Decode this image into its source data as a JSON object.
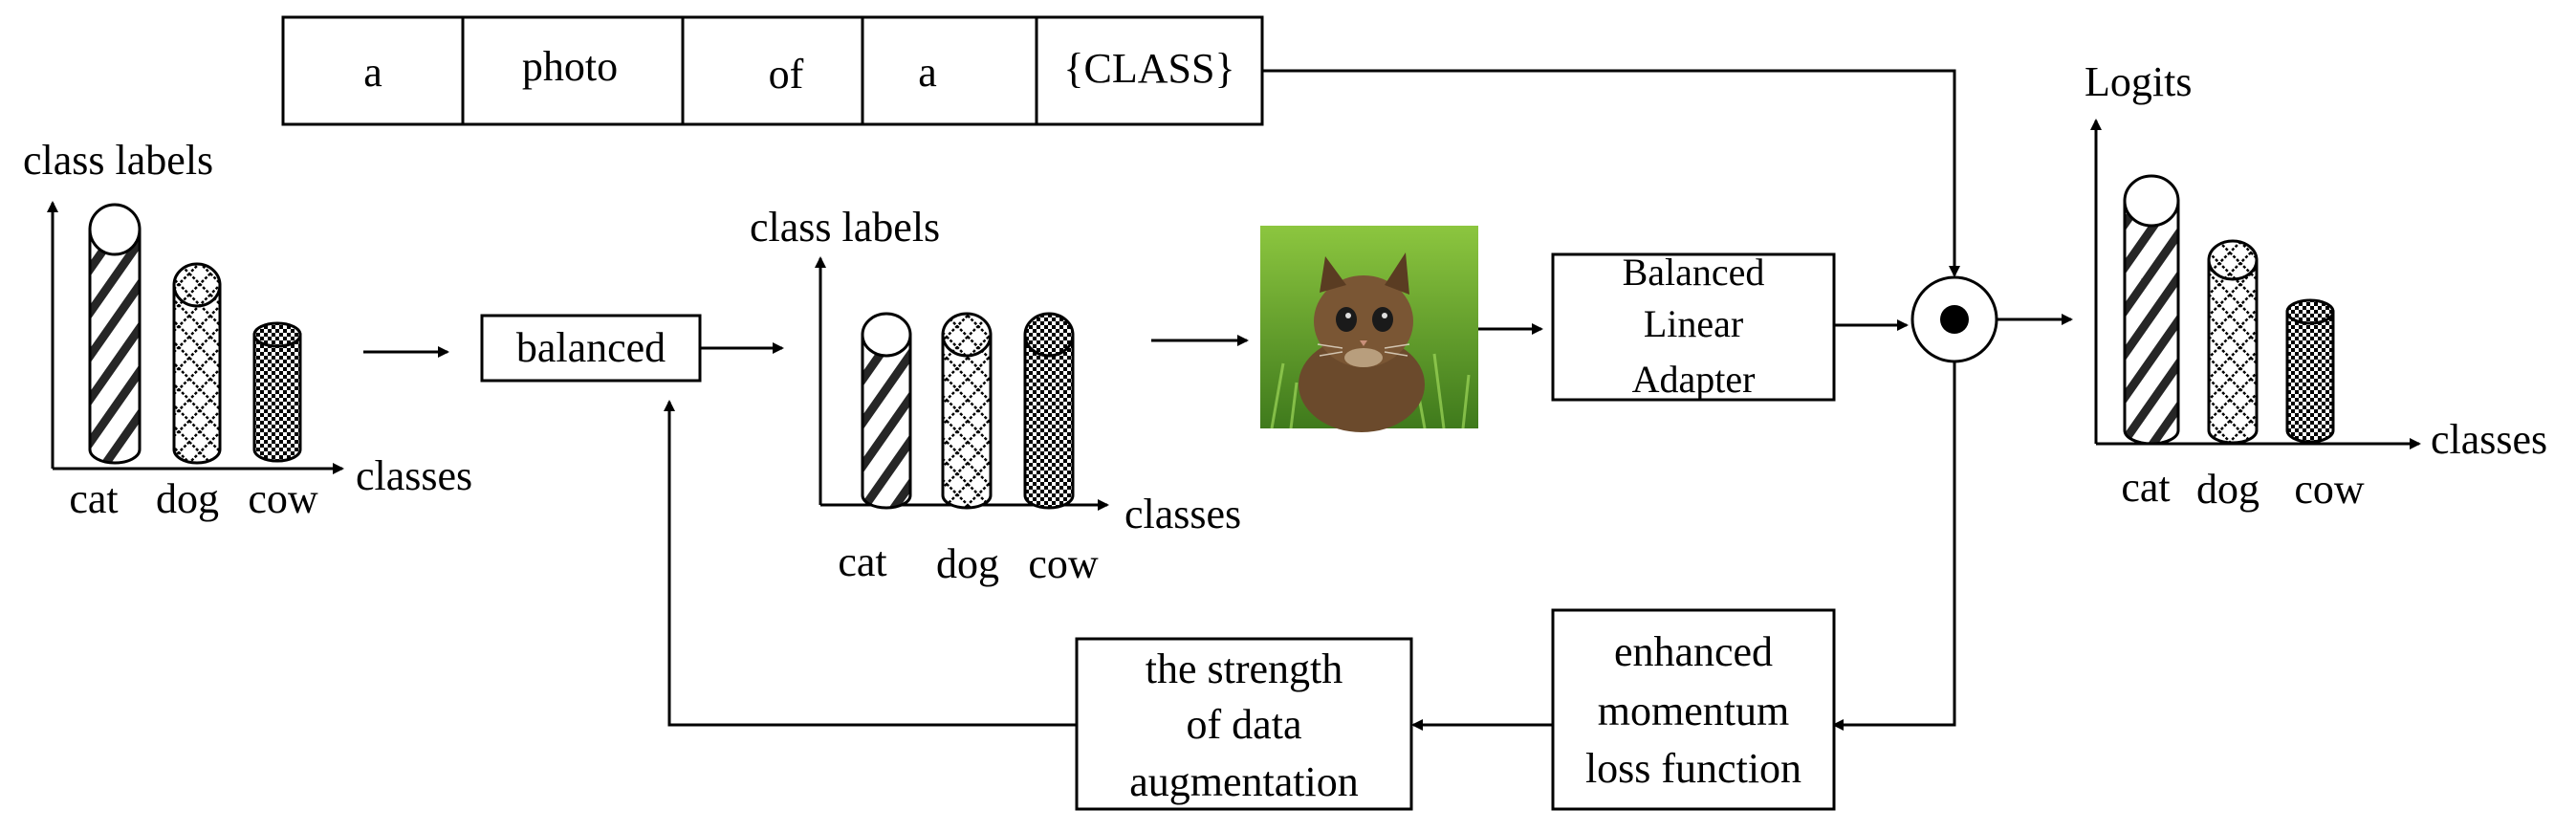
{
  "prompt_tokens": [
    "a",
    "photo",
    "of",
    "a",
    "{CLASS}"
  ],
  "left_chart": {
    "ylabel": "class labels",
    "xlabel": "classes",
    "categories": [
      "cat",
      "dog",
      "cow"
    ]
  },
  "balanced_box": {
    "label": "balanced"
  },
  "middle_chart": {
    "ylabel": "class labels",
    "xlabel": "classes",
    "categories": [
      "cat",
      "dog",
      "cow"
    ]
  },
  "adapter_box": {
    "lines": [
      "Balanced",
      "Linear",
      "Adapter"
    ]
  },
  "right_chart": {
    "ylabel": "Logits",
    "xlabel": "classes",
    "categories": [
      "cat",
      "dog",
      "cow"
    ]
  },
  "loss_box": {
    "lines": [
      "enhanced",
      "momentum",
      "loss function"
    ]
  },
  "augmentation_box": {
    "lines": [
      "the strength",
      "of data",
      "augmentation"
    ]
  },
  "colors": {
    "stroke": "#000000",
    "grass": "#5a9a2a",
    "kitten_fur": "#6b4a2c"
  }
}
